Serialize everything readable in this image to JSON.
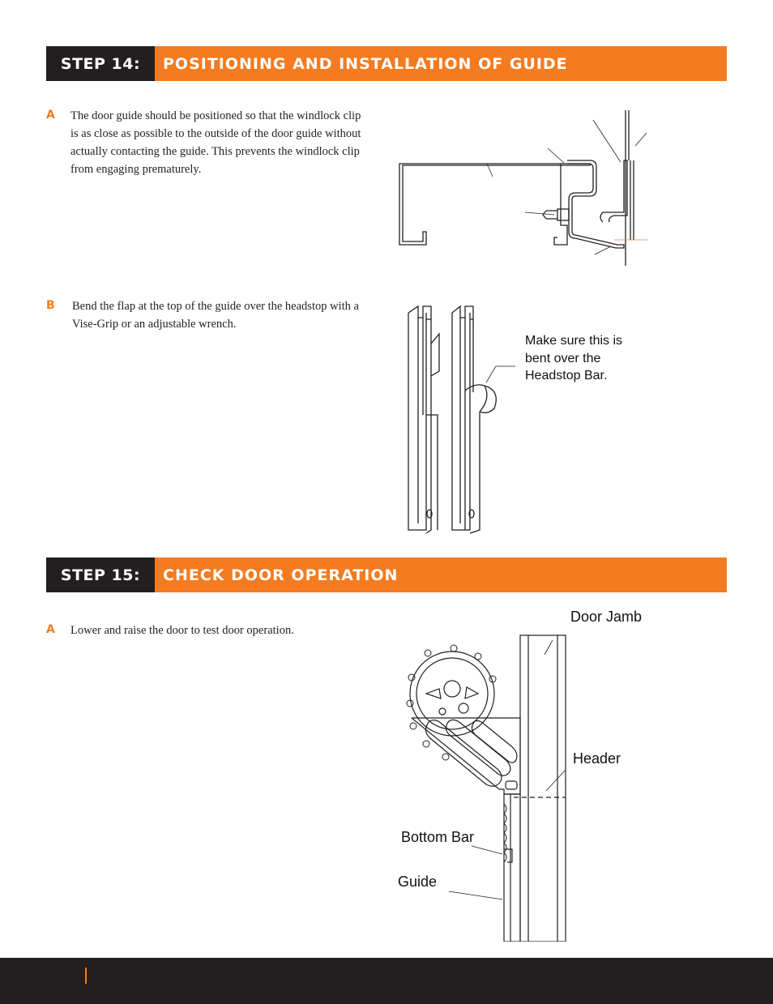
{
  "step14": {
    "label": "STEP 14:",
    "title": "POSITIONING AND INSTALLATION OF GUIDE",
    "a": {
      "letter": "A",
      "text": "The door guide should be positioned so that the windlock clip is as close as possible to the outside of the door guide without actually contacting the guide. This prevents the windlock clip from engaging prematurely."
    },
    "b": {
      "letter": "B",
      "text": "Bend the flap at the top of the guide over the headstop with a Vise-Grip or an adjustable wrench.",
      "callout": "Make sure this is bent over the Headstop Bar."
    }
  },
  "step15": {
    "label": "STEP 15:",
    "title": "CHECK DOOR OPERATION",
    "a": {
      "letter": "A",
      "text": "Lower and raise the door to test door operation."
    },
    "labels": {
      "door_jamb": "Door Jamb",
      "header": "Header",
      "bottom_bar": "Bottom Bar",
      "guide": "Guide"
    }
  },
  "colors": {
    "accent": "#f47b20",
    "dark": "#231f20"
  }
}
